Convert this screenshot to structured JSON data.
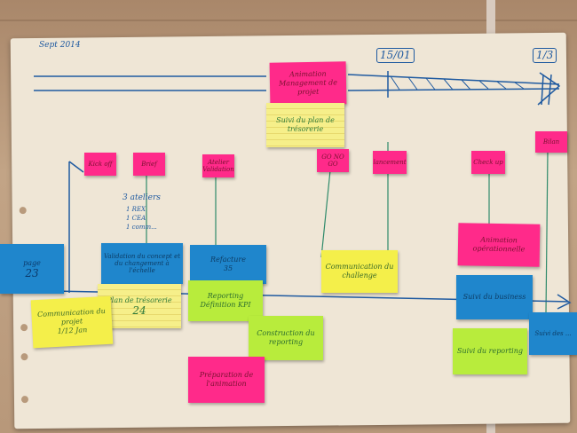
{
  "timeline": {
    "start_label": "Sept 2014",
    "milestone_mid": "15/01",
    "milestone_end": "1/3"
  },
  "notes": {
    "animation": "Animation Management de projet",
    "suivi_plan": "Suivi du plan de trésorerie",
    "kickoff": "Kick off",
    "brief": "Brief",
    "atelier": "Atelier Validation",
    "gonogo": "GO NO GO",
    "lancement": "lancement",
    "checkup": "Check up",
    "bilan": "Bilan",
    "page_left": "page",
    "page_left_num": "23",
    "multi_blue": "Validation du concept et du changement à l'échelle",
    "plan_tresorerie": "Plan de trésorerie",
    "plan_num": "24",
    "refacture": "Refacture",
    "refacture_num": "35",
    "reporting": "Reporting Définition KPI",
    "comm_projet": "Communication du projet",
    "comm_projet_date": "1/12 Jan",
    "construction": "Construction du reporting",
    "preparation": "Préparation de l'animation",
    "comm_challenge": "Communication du challenge",
    "animation_op": "Animation opérationnelle",
    "suivi_business": "Suivi du business",
    "suivi_reporting": "Suivi du reporting",
    "right_blue": "Suivi des ..."
  },
  "annotations": {
    "atelier_title": "3 ateliers",
    "atelier_line1": "1 REX",
    "atelier_line2": "1 CEA",
    "atelier_line3": "1 comm..."
  },
  "colors": {
    "pink": "#ff2a8a",
    "yellow": "#f4ef4a",
    "lime": "#b8ec3c",
    "blue": "#1f86cc",
    "ink": "#1f5aa0",
    "paper": "#efe6d6"
  }
}
